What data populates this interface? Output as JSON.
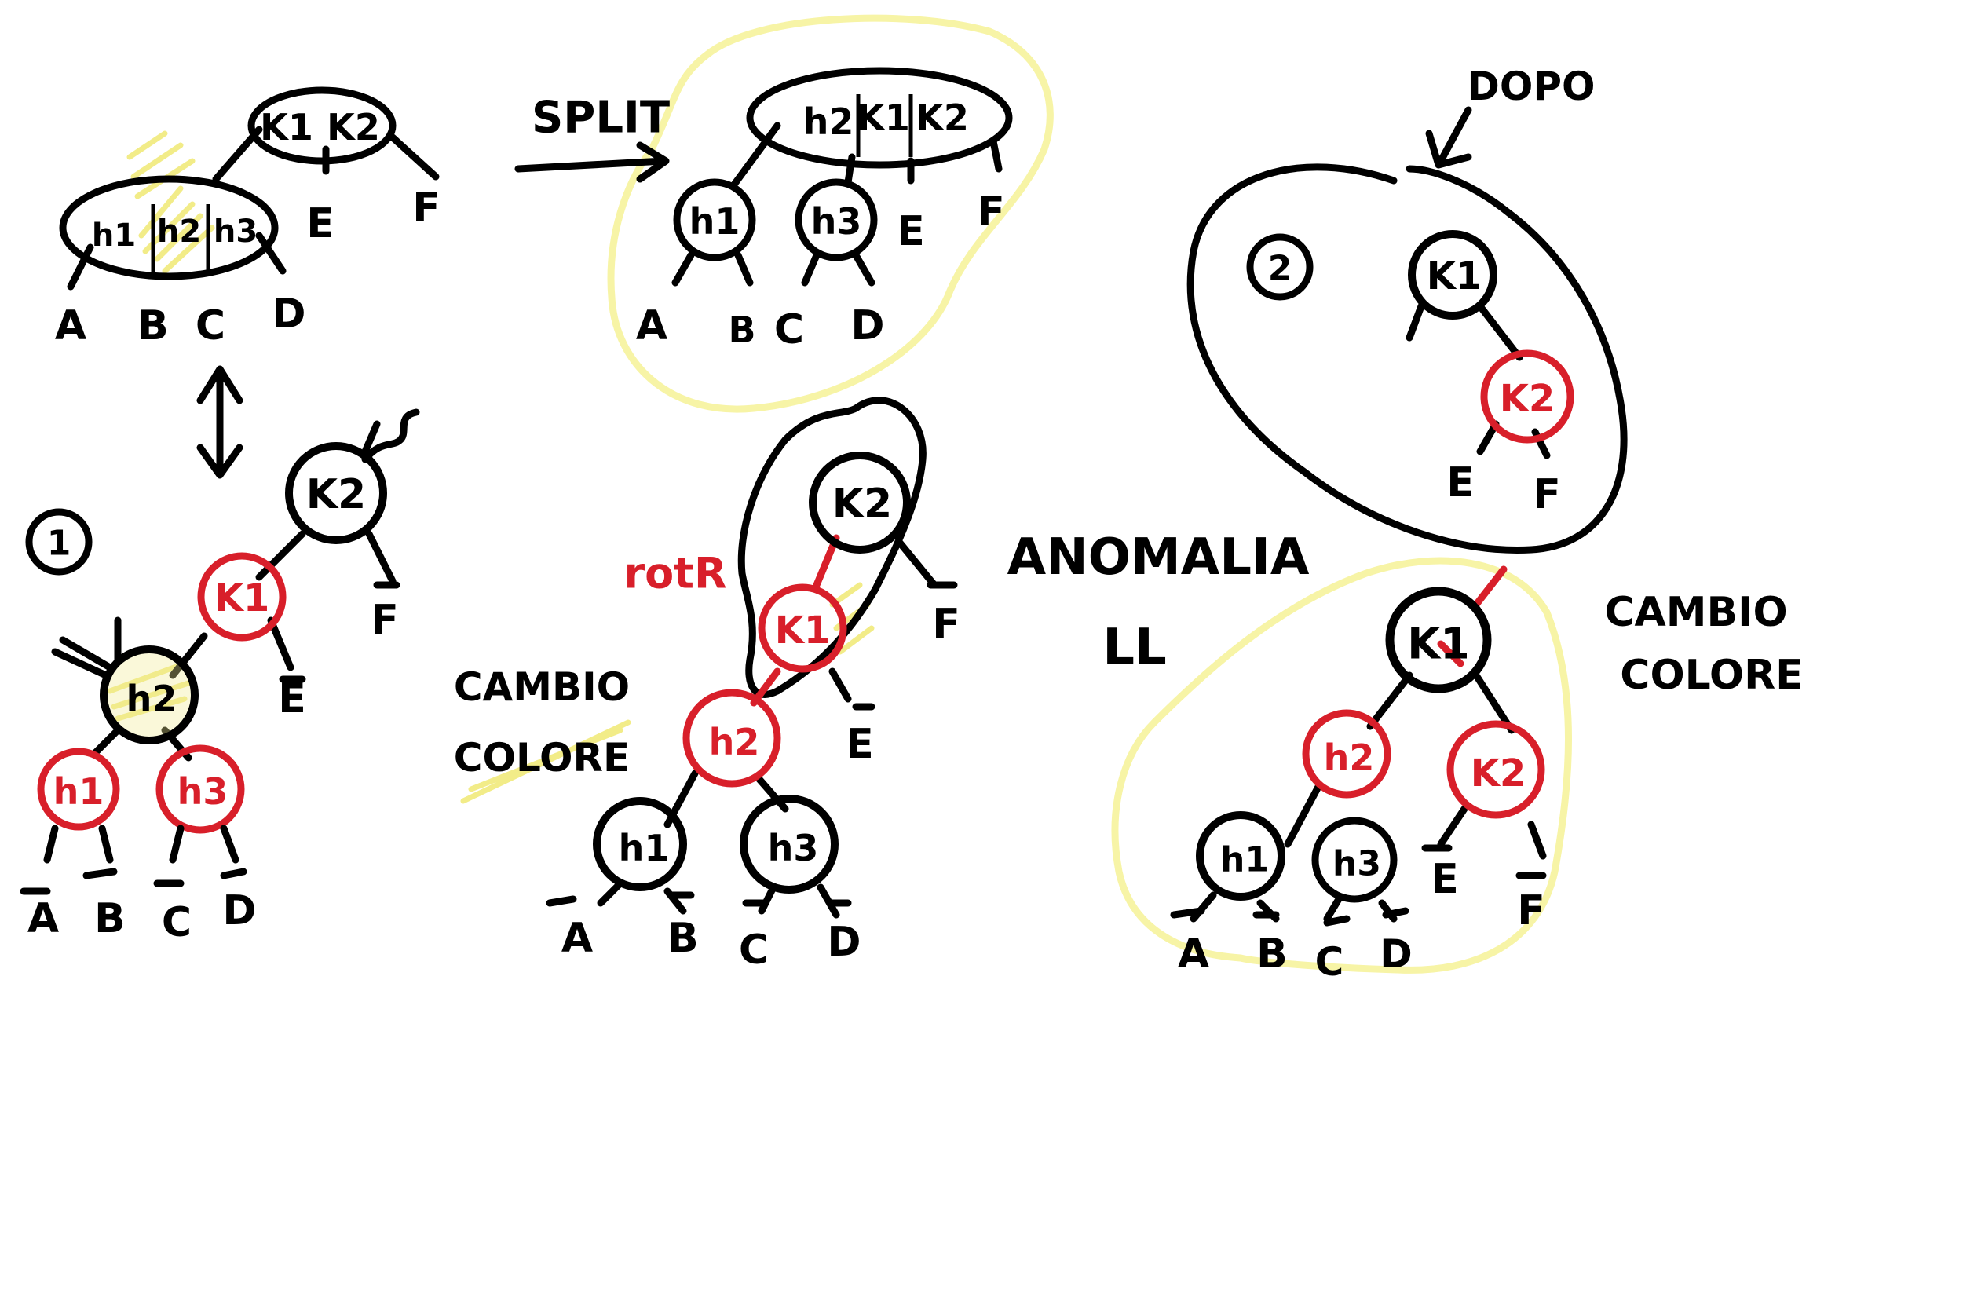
{
  "colors": {
    "ink": "#000000",
    "red": "#d81f2a",
    "highlight": "#f7f4a6",
    "background": "#ffffff"
  },
  "labels": {
    "split": "SPLIT",
    "dopo": "DOPO",
    "rot_r": "rotR",
    "anomalia": "ANOMALIA",
    "ll": "LL",
    "cambio": "CAMBIO",
    "colore": "COLORE",
    "step_1": "1",
    "step_2": "2"
  },
  "btree_before": {
    "parent_keys": [
      "K1",
      "K2"
    ],
    "child_keys": [
      "h1",
      "h2",
      "h3"
    ],
    "subtrees": [
      "A",
      "B",
      "C",
      "D",
      "E",
      "F"
    ]
  },
  "btree_after_split": {
    "parent_keys": [
      "h2",
      "K1",
      "K2"
    ],
    "children": [
      "h1",
      "h3"
    ],
    "subtrees": [
      "A",
      "B",
      "C",
      "D",
      "E",
      "F"
    ]
  },
  "rb_tree_1": {
    "nodes": [
      {
        "id": "k2",
        "label": "K2",
        "color": "black"
      },
      {
        "id": "k1",
        "label": "K1",
        "color": "red"
      },
      {
        "id": "h2",
        "label": "h2",
        "color": "black"
      },
      {
        "id": "h1",
        "label": "h1",
        "color": "red"
      },
      {
        "id": "h3",
        "label": "h3",
        "color": "red"
      }
    ],
    "leaves": [
      "A",
      "B",
      "C",
      "D",
      "E",
      "F"
    ]
  },
  "rb_tree_recolored": {
    "nodes": [
      {
        "id": "k2",
        "label": "K2",
        "color": "black"
      },
      {
        "id": "k1",
        "label": "K1",
        "color": "red"
      },
      {
        "id": "h2",
        "label": "h2",
        "color": "red"
      },
      {
        "id": "h1",
        "label": "h1",
        "color": "black"
      },
      {
        "id": "h3",
        "label": "h3",
        "color": "black"
      }
    ],
    "leaves": [
      "A",
      "B",
      "C",
      "D",
      "E",
      "F"
    ]
  },
  "rb_tree_2": {
    "nodes": [
      {
        "id": "k1",
        "label": "K1",
        "color": "black"
      },
      {
        "id": "k2",
        "label": "K2",
        "color": "red"
      }
    ],
    "leaves": [
      "E",
      "F"
    ]
  },
  "rb_tree_final": {
    "nodes": [
      {
        "id": "k1",
        "label": "K1",
        "color": "black"
      },
      {
        "id": "h2",
        "label": "h2",
        "color": "red"
      },
      {
        "id": "k2",
        "label": "K2",
        "color": "red"
      },
      {
        "id": "h1",
        "label": "h1",
        "color": "black"
      },
      {
        "id": "h3",
        "label": "h3",
        "color": "black"
      }
    ],
    "leaves": [
      "A",
      "B",
      "C",
      "D",
      "E",
      "F"
    ]
  }
}
